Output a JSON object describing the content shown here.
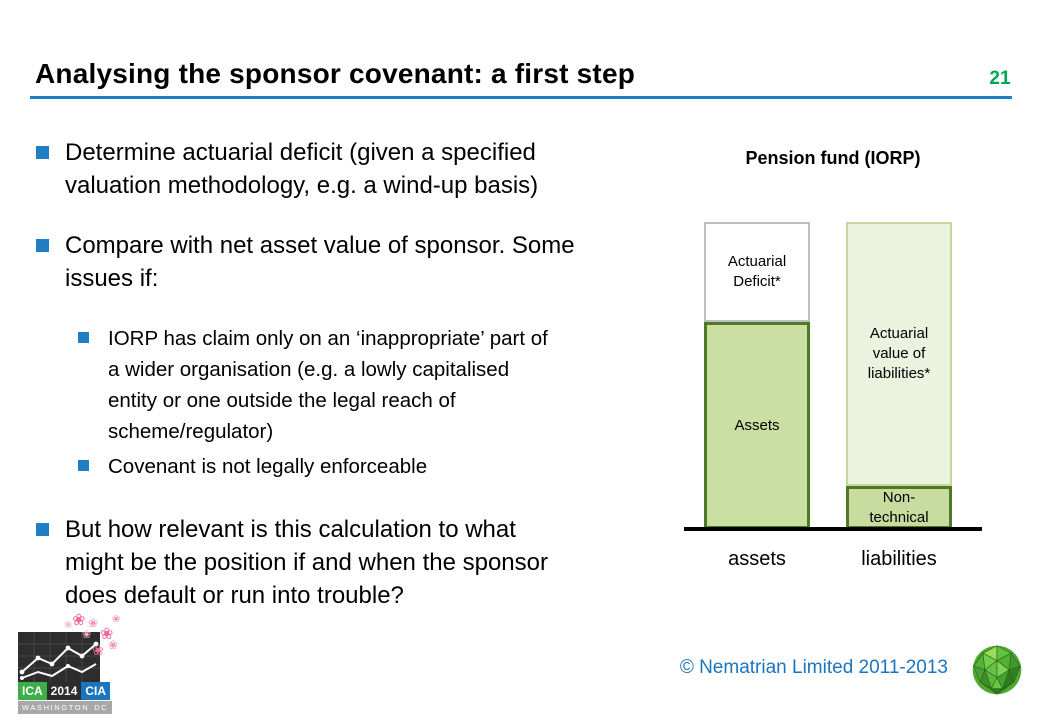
{
  "slide": {
    "title": "Analysing the sponsor covenant: a first step",
    "page_number": "21",
    "accent_blue": "#1F7EC4",
    "page_number_green": "#00A651"
  },
  "bullets": [
    {
      "level": 1,
      "text": "Determine actuarial deficit (given a specified\nvaluation methodology, e.g. a wind-up basis)"
    },
    {
      "level": 1,
      "text": "Compare with net asset value of sponsor. Some\nissues if:"
    },
    {
      "level": 2,
      "text": "IORP has claim only on an ‘inappropriate’ part of\na wider organisation (e.g. a lowly capitalised\nentity or one outside the legal reach of\nscheme/regulator)"
    },
    {
      "level": 2,
      "text": "Covenant is not legally enforceable"
    },
    {
      "level": 1,
      "text": "But how relevant is this calculation to what\nmight be the position if and when the sponsor\ndoes default or run into trouble?"
    }
  ],
  "chart_data": {
    "type": "bar",
    "stacked": true,
    "title": "Pension fund (IORP)",
    "categories": [
      "assets",
      "liabilities"
    ],
    "ylim": [
      0,
      307
    ],
    "unit": "relative height (both stacks equal total 307)",
    "legend_position": "none",
    "grid": false,
    "bars": [
      {
        "category": "assets",
        "segments": [
          {
            "label": "Actuarial\nDeficit*",
            "value": 100,
            "fill": "#FFFFFF",
            "border": "#BFBFBF",
            "border_px": 2
          },
          {
            "label": "Assets",
            "value": 207,
            "fill": "#CBDFA2",
            "border": "#4E7A28",
            "border_px": 3
          }
        ]
      },
      {
        "category": "liabilities",
        "segments": [
          {
            "label": "Actuarial\nvalue of\nliabilities*",
            "value": 264,
            "fill": "#EBF2DD",
            "border": "#C3D69B",
            "border_px": 2
          },
          {
            "label": "Non-\ntechnical",
            "value": 43,
            "fill": "#C8DCA0",
            "border": "#4E7A28",
            "border_px": 3
          }
        ]
      }
    ]
  },
  "footer": {
    "copyright": "© Nematrian Limited 2011-2013",
    "copyright_color": "#1B75BC"
  },
  "logo": {
    "ica": "ICA",
    "year": "2014",
    "cia": "CIA",
    "city": "WASHINGTON",
    "dc": "DC",
    "blossom_glyph": "❀"
  }
}
